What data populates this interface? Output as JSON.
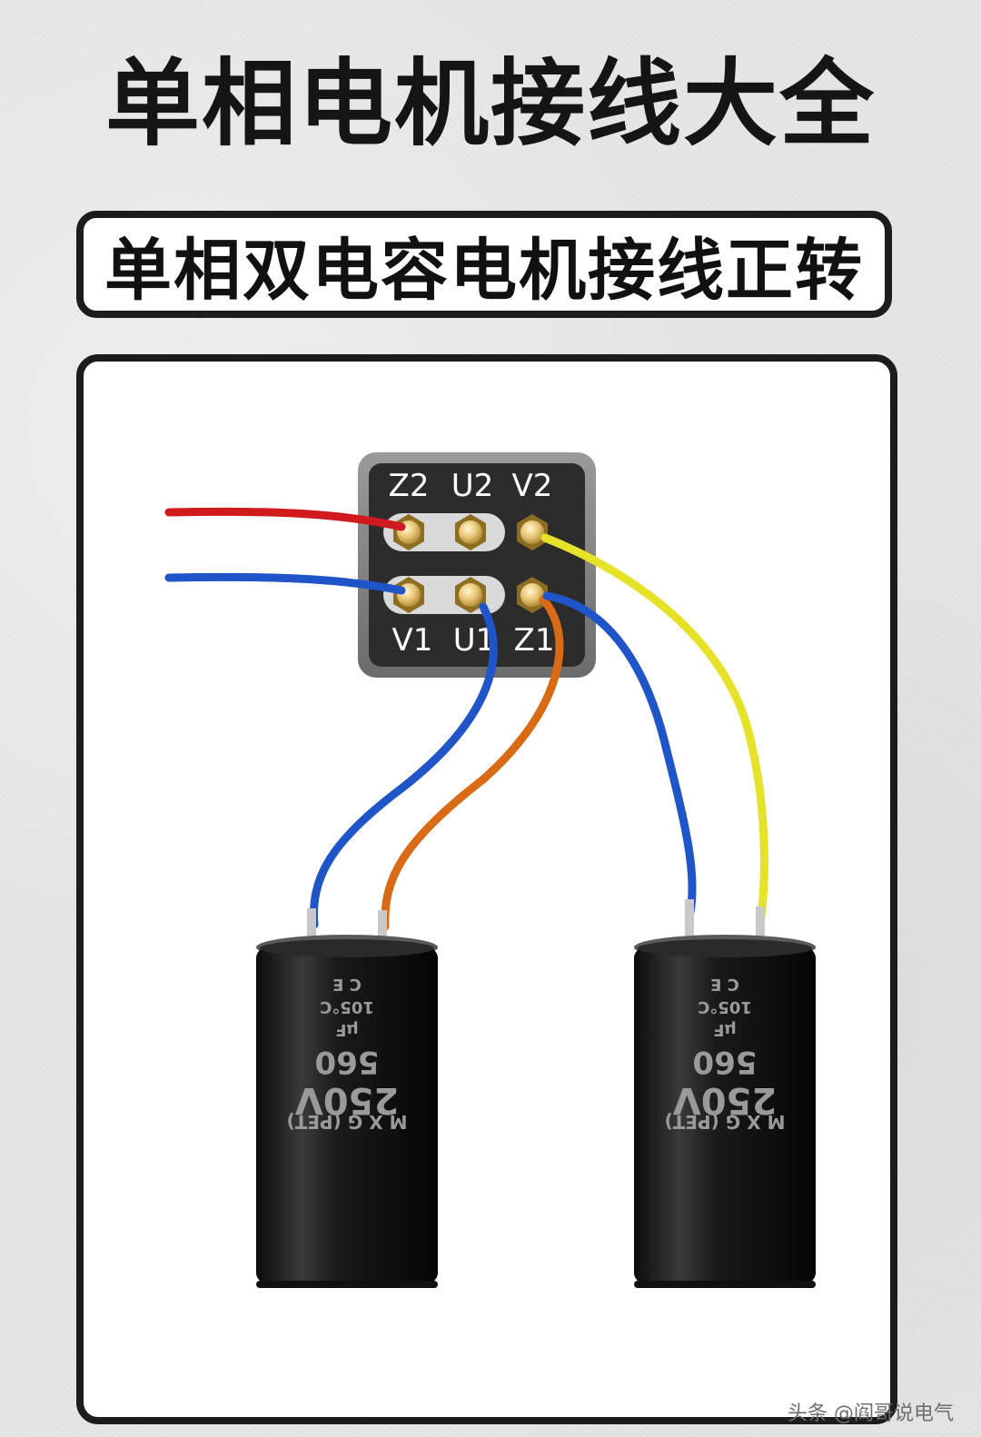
{
  "title": "单相电机接线大全",
  "subtitle": "单相双电容电机接线正转",
  "terminal_block": {
    "top_row": [
      "Z2",
      "U2",
      "V2"
    ],
    "bottom_row": [
      "V1",
      "U1",
      "Z1"
    ]
  },
  "capacitors": [
    {
      "voltage": "250V",
      "capacitance": "560",
      "unit": "μF",
      "series": "M X G (PET)",
      "ce": "C E",
      "temp": "105°C"
    },
    {
      "voltage": "250V",
      "capacitance": "560",
      "unit": "μF",
      "series": "M X G (PET)",
      "ce": "C E",
      "temp": "105°C"
    }
  ],
  "wire_colors": {
    "red": "#d01a1e",
    "blue": "#1f55c9",
    "orange": "#d96b16",
    "yellow": "#e6e22a"
  },
  "watermark": "头条 @阎哥说电气"
}
